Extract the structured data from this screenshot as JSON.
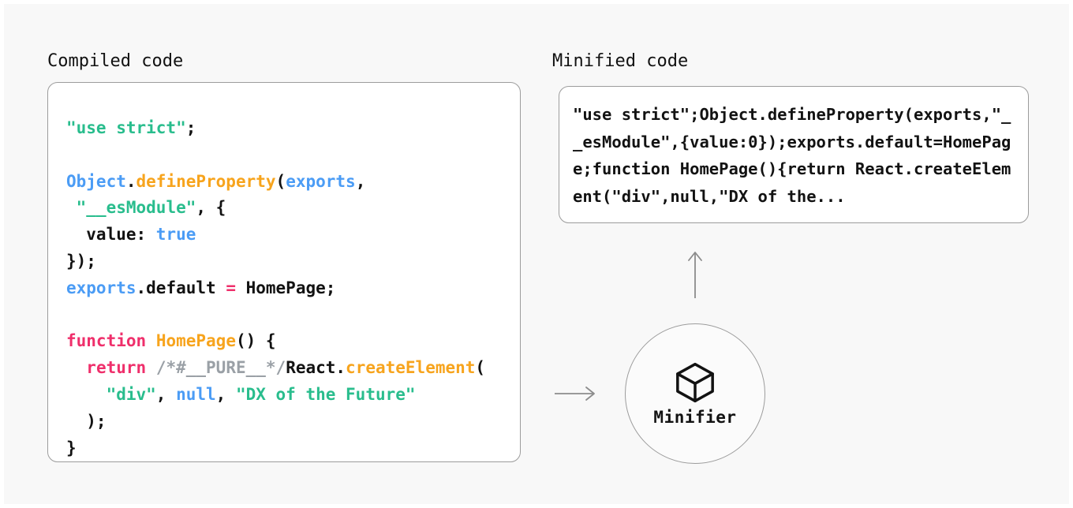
{
  "theme": {
    "page_background": "#f8f8f8",
    "card_background": "#ffffff",
    "card_border": "#9c9c9c",
    "text": "#121212",
    "arrow": "#8c8c8c",
    "syntax": {
      "string": "#29bd8d",
      "keyword": "#ef2f6b",
      "function": "#f7a41d",
      "variable": "#4b9cf5",
      "comment": "#9aa0a6",
      "plain": "#121212"
    }
  },
  "compiled": {
    "heading": "Compiled code",
    "code_lines": [
      [
        {
          "t": "\"use strict\"",
          "c": "str"
        },
        {
          "t": ";",
          "c": "plain"
        }
      ],
      [],
      [
        {
          "t": "Object",
          "c": "var"
        },
        {
          "t": ".",
          "c": "plain"
        },
        {
          "t": "defineProperty",
          "c": "fn"
        },
        {
          "t": "(",
          "c": "plain"
        },
        {
          "t": "exports",
          "c": "var"
        },
        {
          "t": ",",
          "c": "plain"
        }
      ],
      [
        {
          "t": " ",
          "c": "plain"
        },
        {
          "t": "\"__esModule\"",
          "c": "str"
        },
        {
          "t": ", {",
          "c": "plain"
        }
      ],
      [
        {
          "t": "  value: ",
          "c": "plain"
        },
        {
          "t": "true",
          "c": "var"
        }
      ],
      [
        {
          "t": "});",
          "c": "plain"
        }
      ],
      [
        {
          "t": "exports",
          "c": "var"
        },
        {
          "t": ".default ",
          "c": "plain"
        },
        {
          "t": "=",
          "c": "kw"
        },
        {
          "t": " HomePage;",
          "c": "plain"
        }
      ],
      [],
      [
        {
          "t": "function",
          "c": "kw"
        },
        {
          "t": " ",
          "c": "plain"
        },
        {
          "t": "HomePage",
          "c": "fn"
        },
        {
          "t": "() {",
          "c": "plain"
        }
      ],
      [
        {
          "t": "  ",
          "c": "plain"
        },
        {
          "t": "return",
          "c": "kw"
        },
        {
          "t": " ",
          "c": "plain"
        },
        {
          "t": "/*#__PURE__*/",
          "c": "cmt"
        },
        {
          "t": "React.",
          "c": "plain"
        },
        {
          "t": "createElement",
          "c": "fn"
        },
        {
          "t": "(",
          "c": "plain"
        }
      ],
      [
        {
          "t": "    ",
          "c": "plain"
        },
        {
          "t": "\"div\"",
          "c": "str"
        },
        {
          "t": ", ",
          "c": "plain"
        },
        {
          "t": "null",
          "c": "var"
        },
        {
          "t": ", ",
          "c": "plain"
        },
        {
          "t": "\"DX of the Future\"",
          "c": "str"
        }
      ],
      [
        {
          "t": "  );",
          "c": "plain"
        }
      ],
      [
        {
          "t": "}",
          "c": "plain"
        }
      ]
    ]
  },
  "minified": {
    "heading": "Minified code",
    "code": "\"use strict\";Object.defineProperty(exports,\"__esModule\",{value:0});exports.default=HomePage;function HomePage(){return React.createElement(\"div\",null,\"DX of the..."
  },
  "minifier": {
    "label": "Minifier",
    "icon": "cube-icon"
  },
  "arrows": {
    "input_arrow": "arrow-right-icon",
    "output_arrow": "arrow-up-icon"
  }
}
